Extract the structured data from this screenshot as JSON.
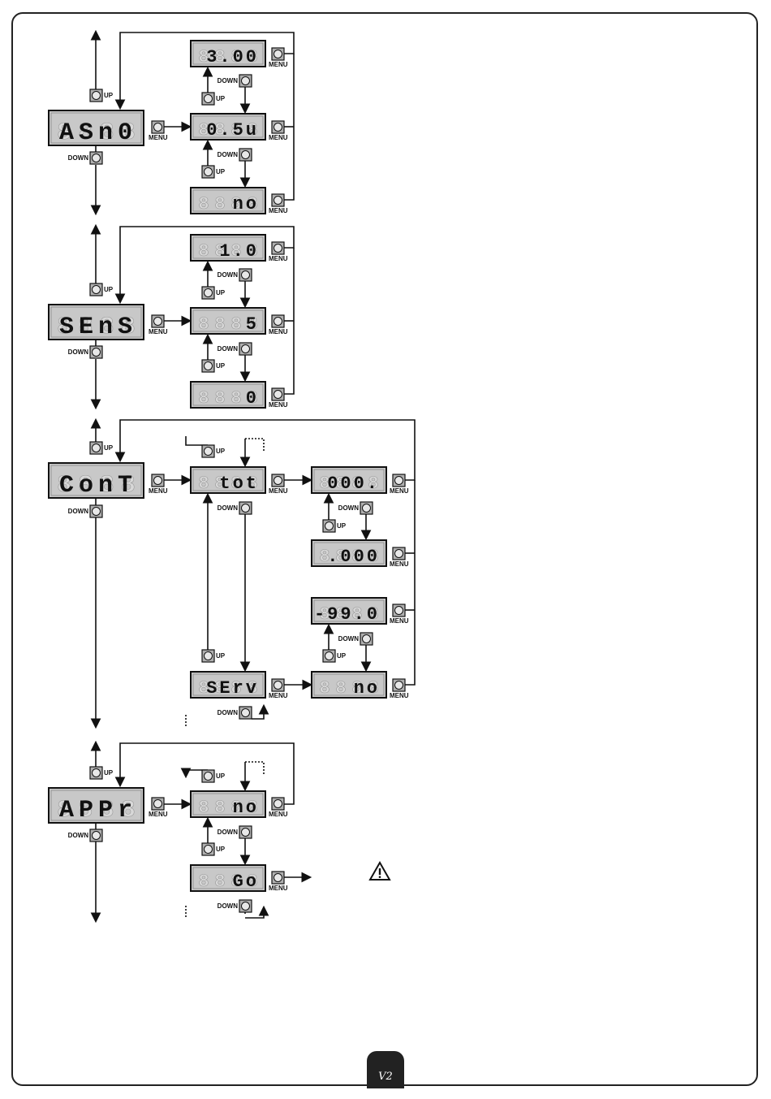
{
  "labels": {
    "up": "UP",
    "down": "DOWN",
    "menu": "MENU"
  },
  "logo": {
    "text": "V2"
  },
  "sections": [
    {
      "name": "asm",
      "main": "ASn0",
      "values": [
        "3.00",
        "0.5u",
        "no"
      ]
    },
    {
      "name": "sens",
      "main": "SEnS",
      "values": [
        "1.0",
        "5",
        "0"
      ]
    },
    {
      "name": "cont",
      "main": "ConT",
      "sub_items": [
        "tot",
        "SErv"
      ],
      "values": [
        "000.",
        ".000",
        "-99.0",
        "no"
      ]
    },
    {
      "name": "appr",
      "main": "APPr",
      "sub_items": [
        "no",
        "Go"
      ]
    }
  ],
  "icons": [
    "warning-icon"
  ]
}
